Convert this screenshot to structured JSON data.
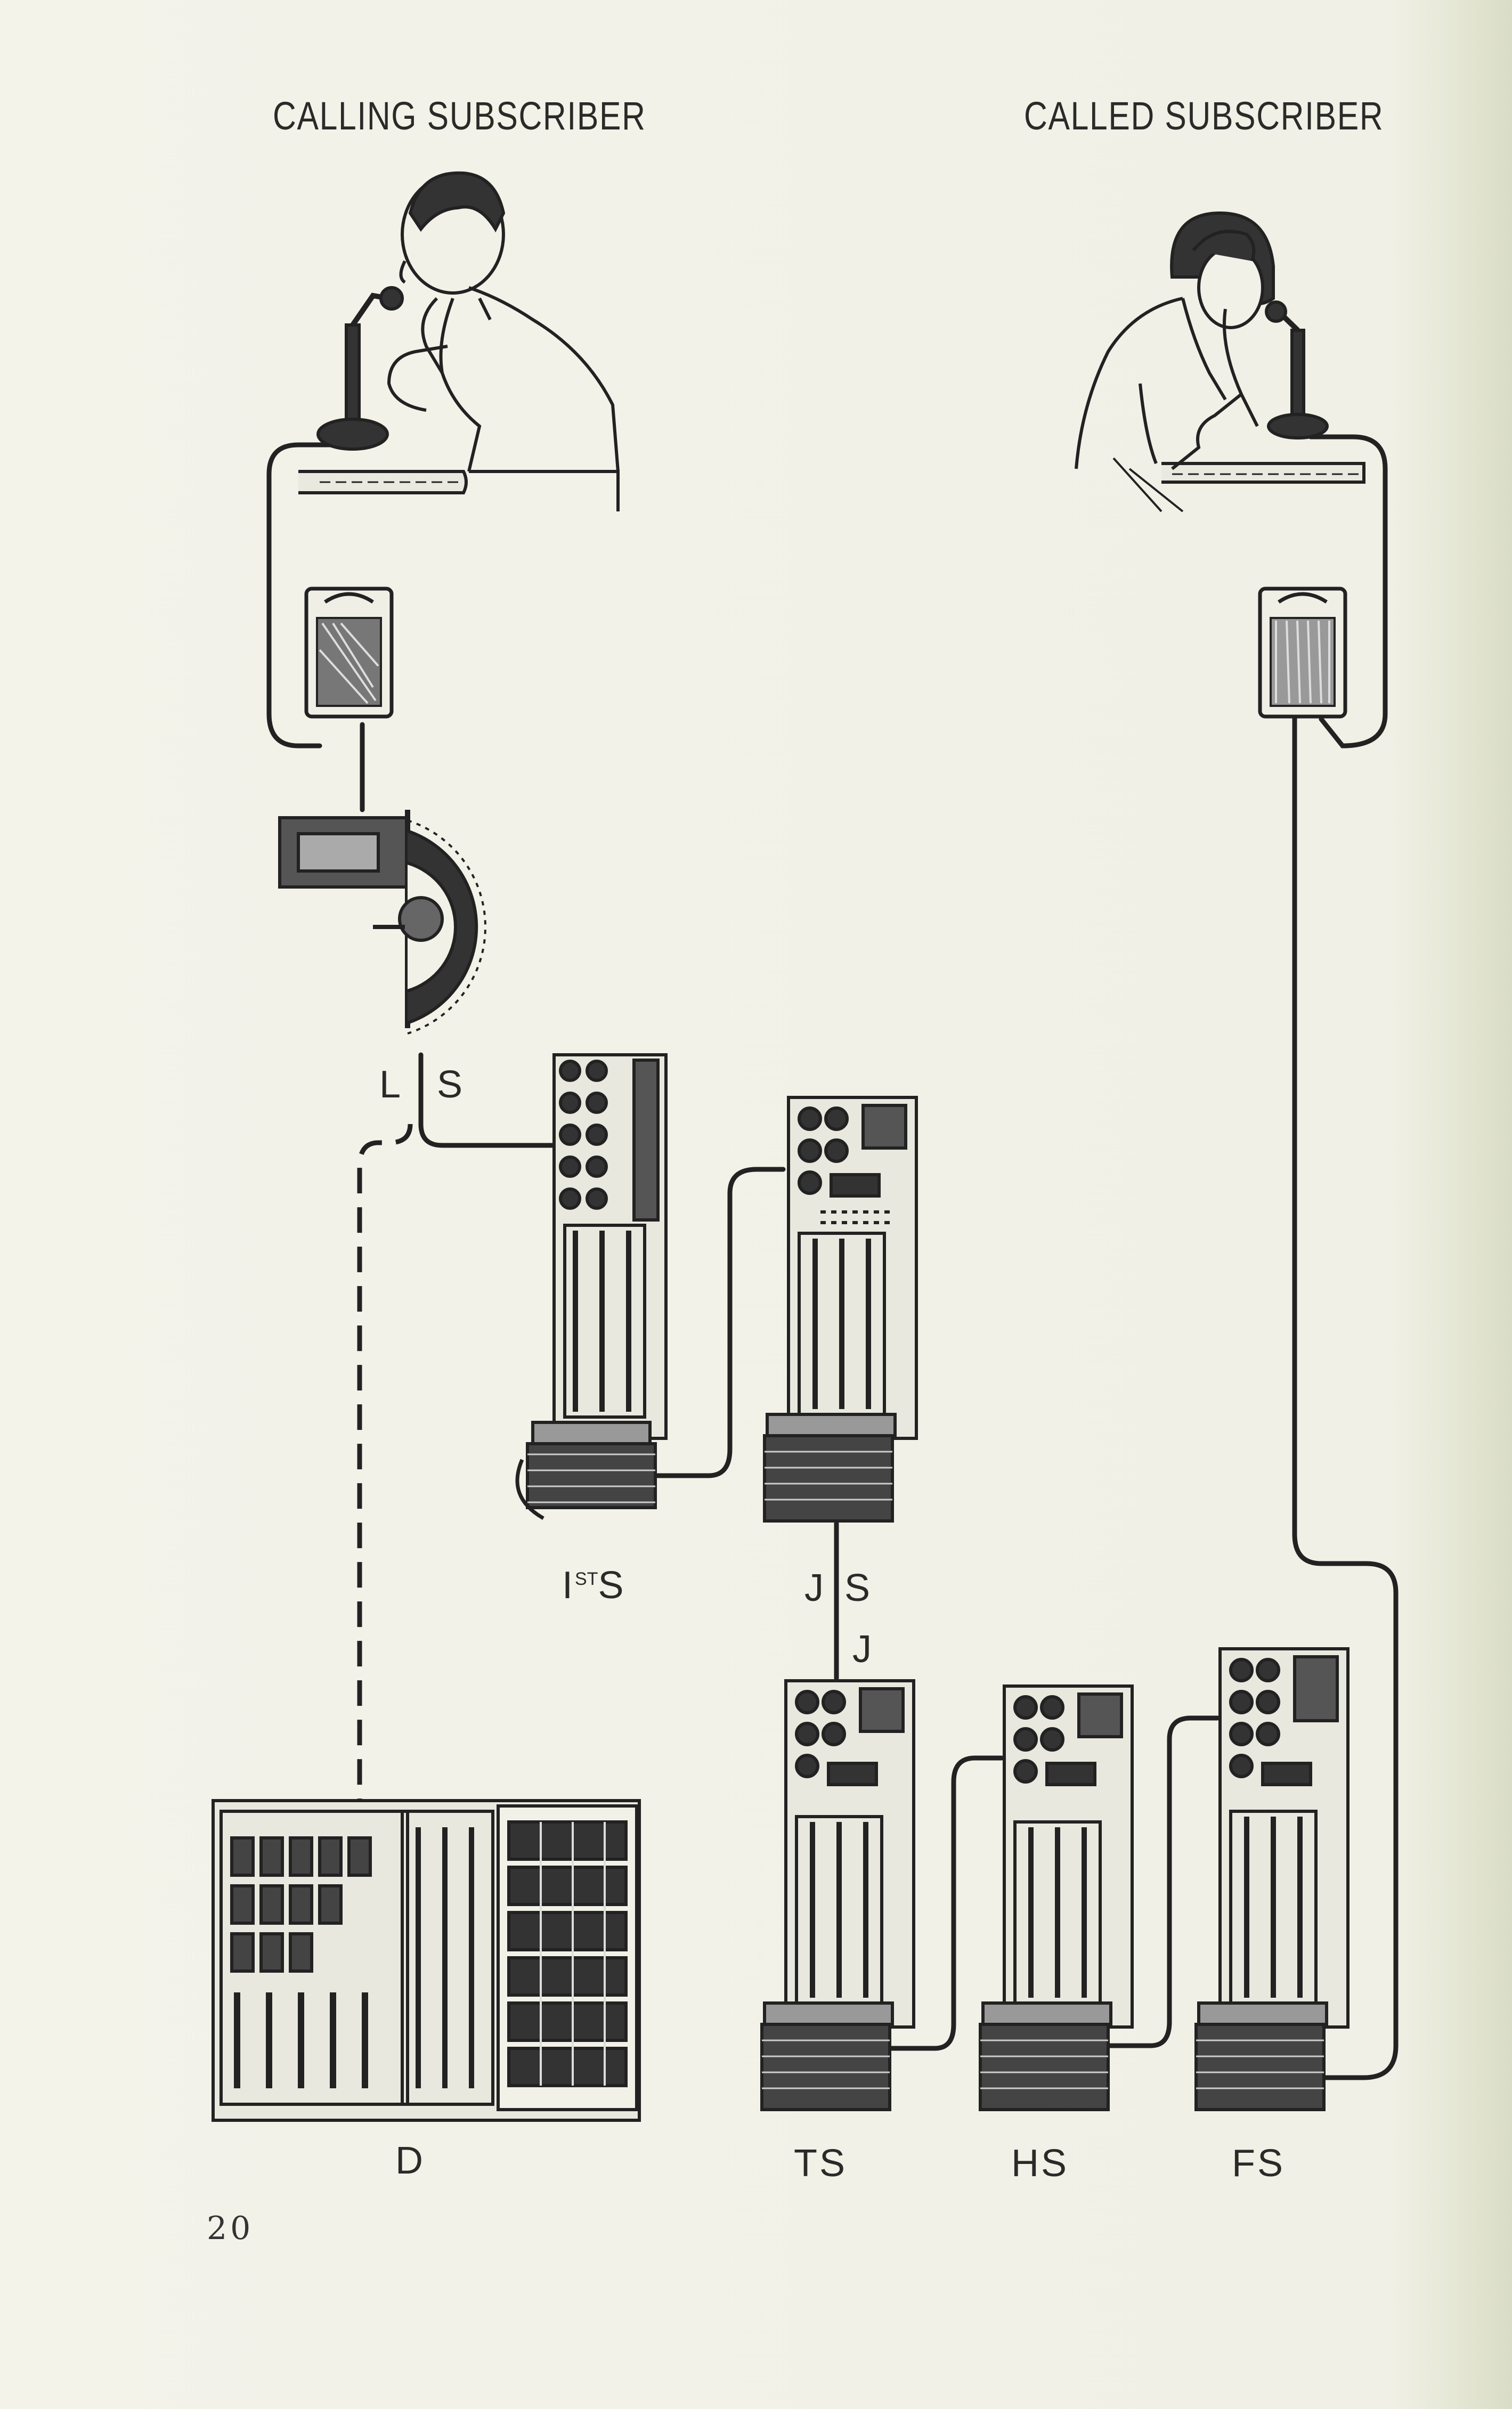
{
  "header": {
    "calling": "CALLING SUBSCRIBER",
    "called": "CALLED SUBSCRIBER"
  },
  "labels": {
    "line": "L",
    "s": "S",
    "first_selector_num": "I",
    "first_selector_sup": "ST",
    "first_selector_s": "S",
    "junction_j": "J",
    "junction_s": "S",
    "junction_j2": "J",
    "director": "D",
    "ts": "TS",
    "hs": "HS",
    "fs": "FS"
  },
  "footer": {
    "page_number": "20"
  },
  "colors": {
    "ink": "#2a2a28",
    "paper": "#f1f1e8"
  }
}
